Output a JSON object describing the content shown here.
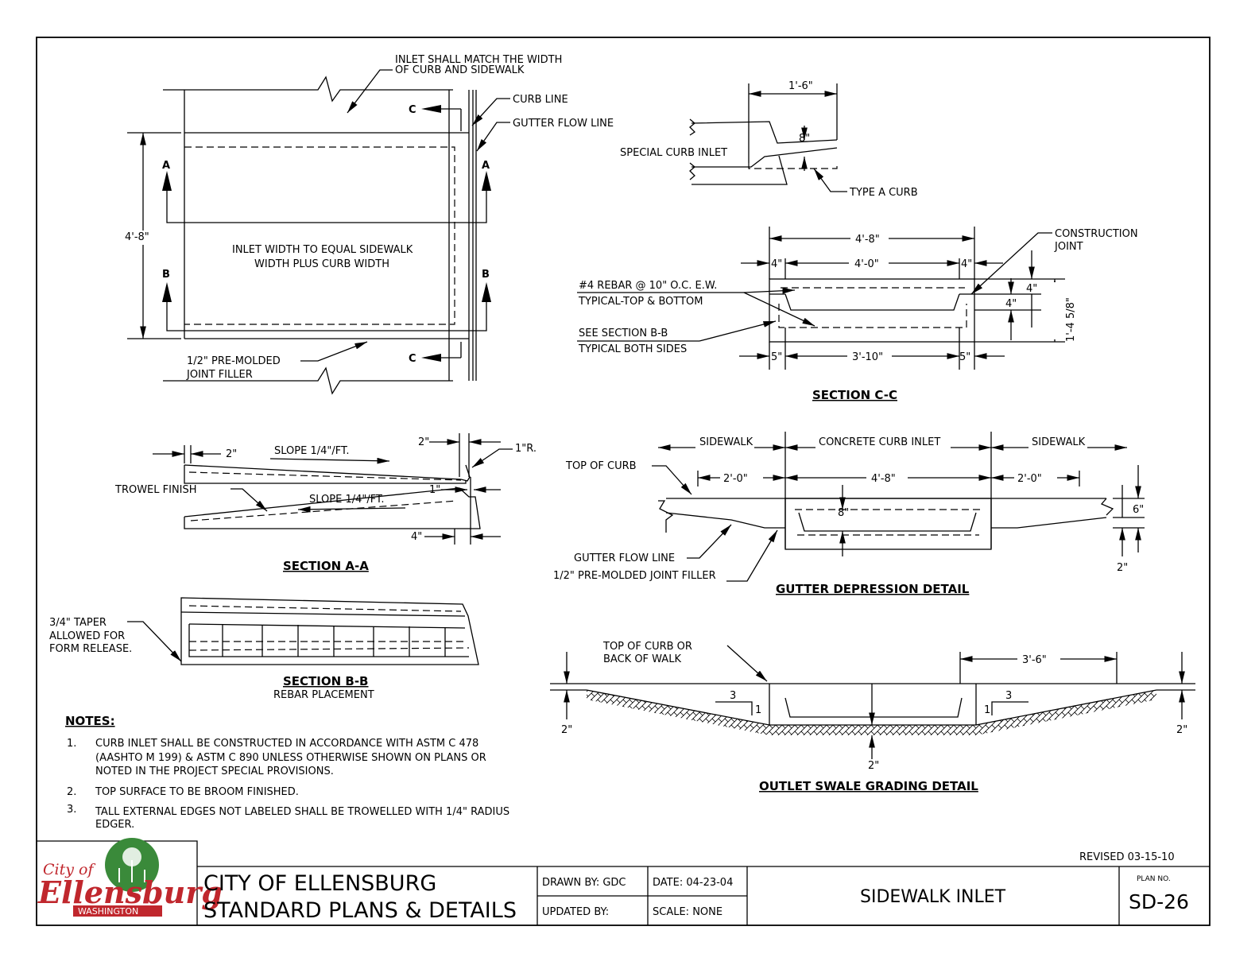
{
  "plan_view": {
    "note_inlet": [
      "INLET SHALL MATCH THE WIDTH",
      "OF CURB AND SIDEWALK"
    ],
    "curb_line": "CURB LINE",
    "gutter_flow_line": "GUTTER FLOW LINE",
    "dim_height": "4'-8\"",
    "inlet_width": [
      "INLET WIDTH TO EQUAL SIDEWALK",
      "WIDTH PLUS CURB WIDTH"
    ],
    "joint_filler": [
      "1/2\" PRE-MOLDED",
      "JOINT FILLER"
    ],
    "cut_a": "A",
    "cut_b": "B",
    "cut_c": "C"
  },
  "special_curb": {
    "dim_top": "1'-6\"",
    "dim_8": "8\"",
    "label": "SPECIAL CURB INLET",
    "type_a": "TYPE A CURB"
  },
  "section_cc": {
    "title": "SECTION C-C",
    "dim_overall": "4'-8\"",
    "dim_inner": "4'-0\"",
    "dim_4": "4\"",
    "dim_bottom": "3'-10\"",
    "dim_5": "5\"",
    "dim_height": "1'-4 5/8\"",
    "construction_joint": [
      "CONSTRUCTION",
      "JOINT"
    ],
    "rebar": [
      "#4 REBAR @ 10\" O.C. E.W.",
      "TYPICAL-TOP & BOTTOM"
    ],
    "see_section": [
      "SEE SECTION B-B",
      "TYPICAL BOTH SIDES"
    ]
  },
  "section_aa": {
    "title": "SECTION A-A",
    "dim_2": "2\"",
    "slope": "SLOPE 1/4\"/FT.",
    "dim_1r": "1\"R.",
    "dim_1": "1\"",
    "dim_4": "4\"",
    "trowel": "TROWEL FINISH"
  },
  "section_bb": {
    "title": "SECTION B-B",
    "subtitle": "REBAR PLACEMENT",
    "taper": [
      "3/4\" TAPER",
      "ALLOWED FOR",
      "FORM RELEASE."
    ]
  },
  "gutter_detail": {
    "title": "GUTTER DEPRESSION DETAIL",
    "sidewalk": "SIDEWALK",
    "concrete_curb_inlet": "CONCRETE CURB INLET",
    "top_of_curb": "TOP OF CURB",
    "dim_side": "2'-0\"",
    "dim_mid": "4'-8\"",
    "dim_8": "8\"",
    "dim_6": "6\"",
    "dim_2": "2\"",
    "gutter_flow_line": "GUTTER FLOW LINE",
    "joint_filler": "1/2\" PRE-MOLDED JOINT FILLER"
  },
  "swale_detail": {
    "title": "OUTLET SWALE GRADING DETAIL",
    "top_of_curb": [
      "TOP OF CURB OR",
      "BACK OF WALK"
    ],
    "dim_36": "3'-6\"",
    "dim_2": "2\"",
    "slope_run": "3",
    "slope_rise": "1"
  },
  "notes": {
    "heading": "NOTES:",
    "items": [
      {
        "num": "1.",
        "lines": [
          "CURB INLET SHALL BE CONSTRUCTED IN ACCORDANCE WITH ASTM C 478",
          "(AASHTO M 199) & ASTM C 890 UNLESS OTHERWISE SHOWN ON PLANS OR",
          "NOTED IN THE PROJECT SPECIAL PROVISIONS."
        ]
      },
      {
        "num": "2.",
        "lines": [
          "TOP SURFACE TO BE BROOM FINISHED."
        ]
      },
      {
        "num": "3.",
        "lines": [
          "TALL EXTERNAL EDGES NOT LABELED SHALL BE TROWELLED WITH 1/4\" RADIUS",
          "EDGER."
        ]
      }
    ]
  },
  "title_block": {
    "revised": "REVISED 03-15-10",
    "logo_city_of": "City of",
    "logo_name": "Ellensburg",
    "logo_state": "WASHINGTON",
    "org_line1": "CITY OF ELLENSBURG",
    "org_line2": "STANDARD PLANS & DETAILS",
    "drawn_by": "DRAWN BY:   GDC",
    "updated_by": "UPDATED BY:",
    "date": "DATE: 04-23-04",
    "scale": "SCALE:  NONE",
    "drawing_title": "SIDEWALK INLET",
    "plan_no_label": "PLAN NO.",
    "plan_no": "SD-26"
  },
  "colors": {
    "logo_red": "#c0272d",
    "logo_green": "#3a8a3a"
  }
}
